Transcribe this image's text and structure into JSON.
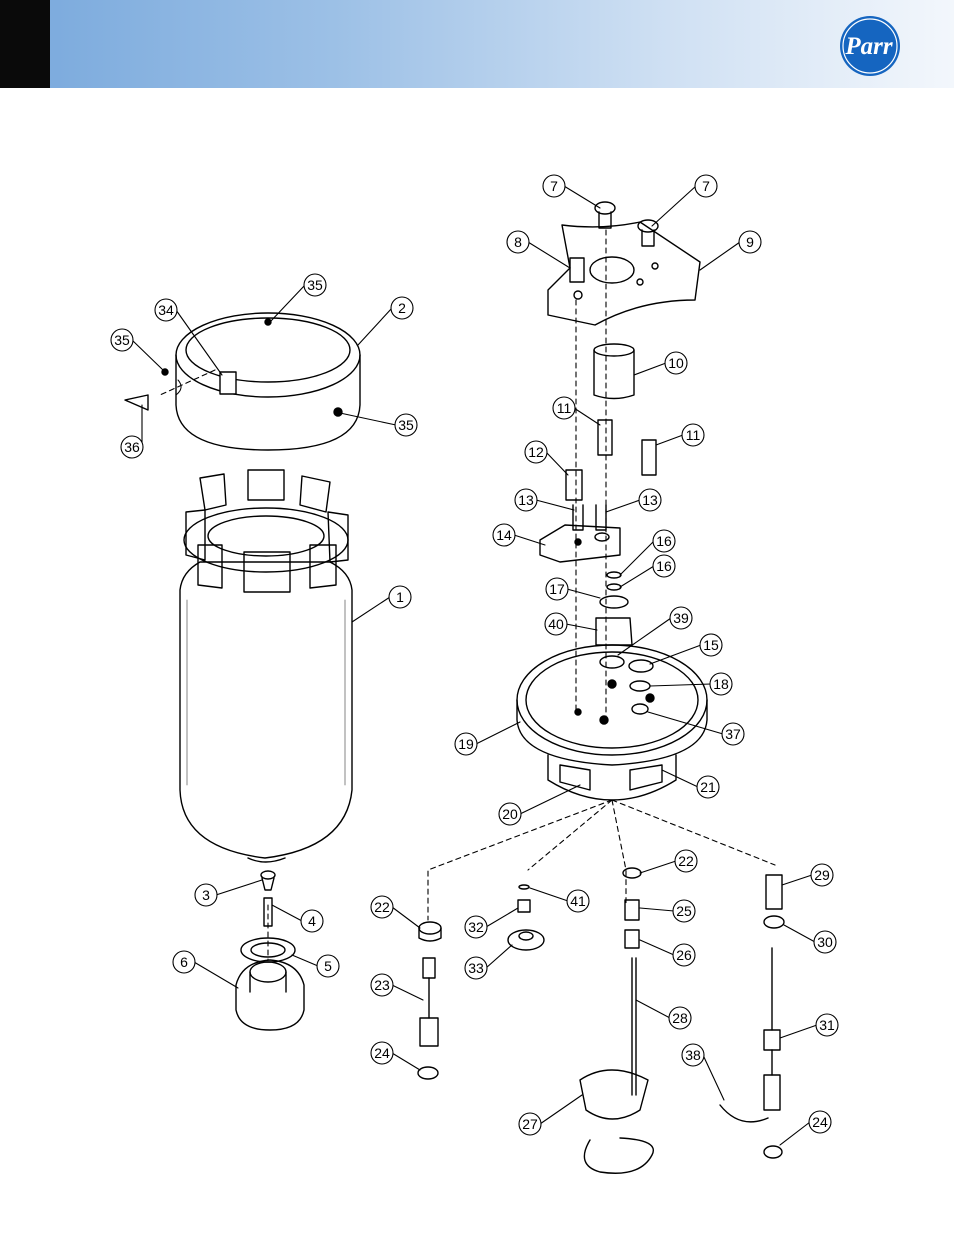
{
  "header": {
    "brand_color": "#78a8dc",
    "block_color": "#0a0a0a",
    "logo_text": "Parr",
    "logo_color": "#1565c0"
  },
  "callouts": [
    "7",
    "7",
    "8",
    "9",
    "35",
    "2",
    "34",
    "35",
    "36",
    "35",
    "10",
    "11",
    "11",
    "12",
    "13",
    "13",
    "14",
    "16",
    "16",
    "17",
    "40",
    "39",
    "15",
    "18",
    "1",
    "37",
    "19",
    "21",
    "20",
    "22",
    "3",
    "4",
    "5",
    "6",
    "41",
    "22",
    "32",
    "25",
    "29",
    "33",
    "26",
    "30",
    "23",
    "28",
    "31",
    "24",
    "38",
    "27",
    "24"
  ]
}
